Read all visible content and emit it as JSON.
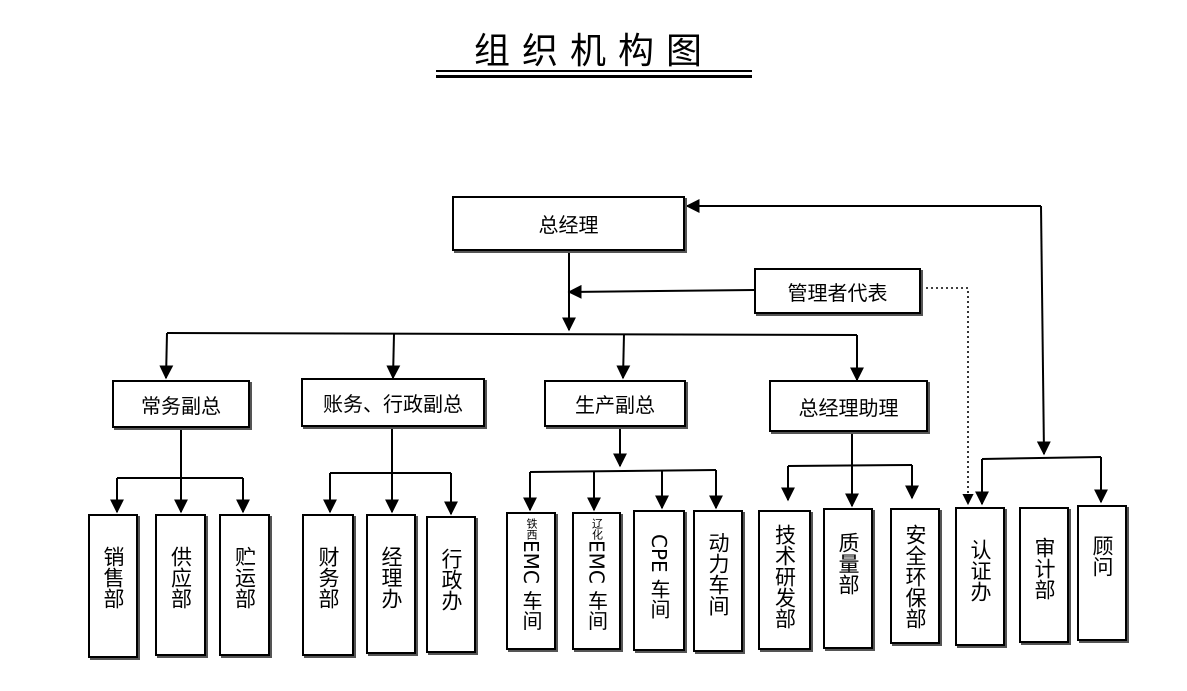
{
  "title": "组织机构图",
  "nodes": {
    "general_manager": "总经理",
    "management_rep": "管理者代表",
    "vp_general": "常务副总",
    "vp_finance_admin": "账务、行政副总",
    "vp_production": "生产副总",
    "gm_assistant": "总经理助理",
    "sales": "销售部",
    "supply": "供应部",
    "logistics": "贮运部",
    "finance": "财务部",
    "manager_office": "经理办",
    "admin_office": "行政办",
    "emc1_prefix": "铁西",
    "emc1_main": "EMC 车间",
    "emc2_prefix": "辽化",
    "emc2_main": "EMC 车间",
    "cpe": "CPE 车间",
    "power": "动力车间",
    "tech_rd": "技术研发部",
    "quality": "质量部",
    "safety_env": "安全环保部",
    "certification": "认证办",
    "audit": "审计部",
    "advisor": "顾问"
  }
}
